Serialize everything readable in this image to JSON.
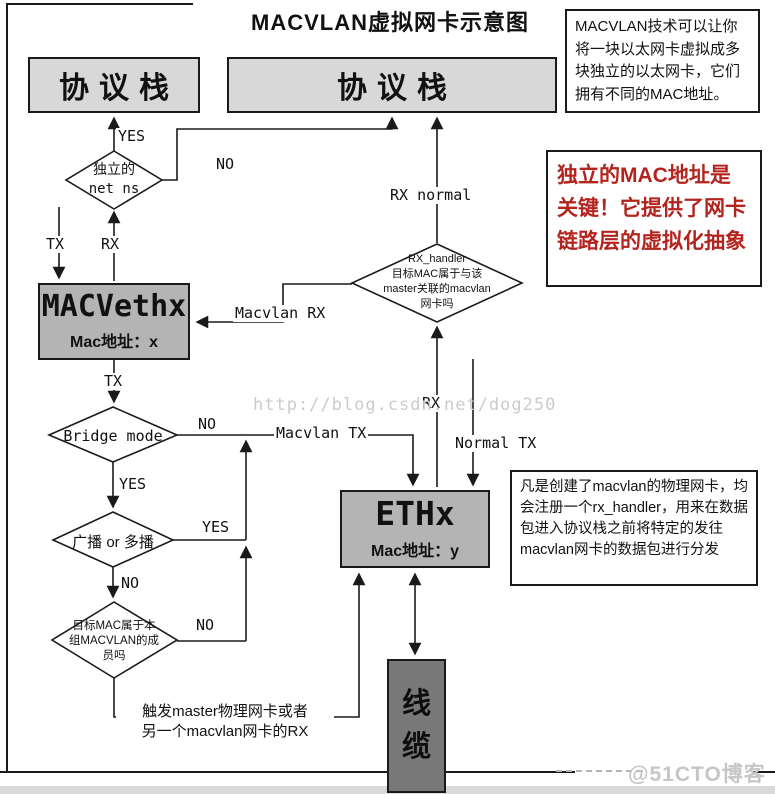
{
  "title": "MACVLAN虚拟网卡示意图",
  "nodes": {
    "stack_left": "协议栈",
    "stack_right": "协议栈",
    "macvethx": {
      "title": "MACVethx",
      "mac": "Mac地址：x"
    },
    "ethx": {
      "title": "ETHx",
      "mac": "Mac地址：y"
    },
    "cable": "线缆"
  },
  "diamonds": {
    "netns": {
      "lines": [
        "独立的",
        "net ns"
      ]
    },
    "rx_handler": {
      "lines": [
        "RX_handler",
        "目标MAC属于与该",
        "master关联的macvlan",
        "网卡吗"
      ]
    },
    "bridge": {
      "label": "Bridge mode"
    },
    "broadcast": {
      "label": "广播 or 多播"
    },
    "member": {
      "lines": [
        "目标MAC属于本",
        "组MACVLAN的成",
        "员吗"
      ]
    }
  },
  "edge_labels": {
    "tx_top": "TX",
    "rx_top": "RX",
    "yes_netns": "YES",
    "no_netns": "NO",
    "rx_normal": "RX normal",
    "macvlan_rx": "Macvlan RX",
    "tx_mid": "TX",
    "no_bridge": "NO",
    "macvlan_tx": "Macvlan TX",
    "yes_bridge": "YES",
    "yes_broadcast": "YES",
    "no_broadcast": "NO",
    "no_member": "NO",
    "rx_eth": "RX",
    "normal_tx": "Normal TX"
  },
  "notes": {
    "macvlan_info": "MACVLAN技术可以让你将一块以太网卡虚拟成多块独立的以太网卡，它们拥有不同的MAC地址。",
    "red_note": "独立的MAC地址是关键！它提供了网卡链路层的虚拟化抽象",
    "rx_handler_info": "凡是创建了macvlan的物理网卡，均会注册一个rx_handler，用来在数据包进入协议栈之前将特定的发往macvlan网卡的数据包进行分发",
    "trigger": {
      "lines": [
        "触发master物理网卡或者",
        "另一个macvlan网卡的RX"
      ]
    }
  },
  "watermarks": {
    "center": "http://blog.csdn.net/dog250",
    "bottom": "@51CTO博客"
  },
  "colors": {
    "box_light": "#d8d8d8",
    "box_medium": "#b4b4b4",
    "box_dark": "#787878",
    "red_text": "#b3241f",
    "line": "#1a1a1a",
    "watermark": "#cbcbcb"
  }
}
